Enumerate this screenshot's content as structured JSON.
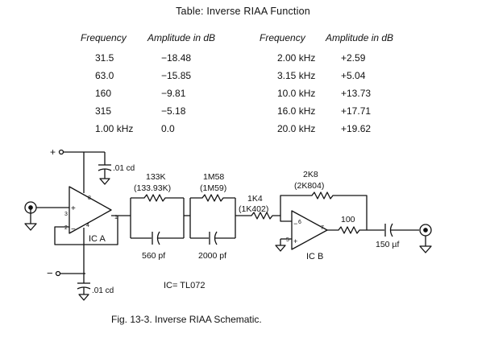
{
  "table": {
    "title": "Table: Inverse RIAA Function",
    "headers": [
      "Frequency",
      "Amplitude in dB",
      "Frequency",
      "Amplitude in dB"
    ],
    "left_rows": [
      {
        "freq": "31.5",
        "amp": "−18.48"
      },
      {
        "freq": "63.0",
        "amp": "−15.85"
      },
      {
        "freq": "160",
        "amp": "−9.81"
      },
      {
        "freq": "315",
        "amp": "−5.18"
      },
      {
        "freq": "1.00 kHz",
        "amp": "0.0"
      }
    ],
    "right_rows": [
      {
        "freq": "2.00 kHz",
        "amp": "+2.59"
      },
      {
        "freq": "3.15 kHz",
        "amp": "+5.04"
      },
      {
        "freq": "10.0 kHz",
        "amp": "+13.73"
      },
      {
        "freq": "16.0 kHz",
        "amp": "+17.71"
      },
      {
        "freq": "20.0 kHz",
        "amp": "+19.62"
      }
    ]
  },
  "schematic": {
    "plus_supply": "+",
    "minus_supply": "−",
    "cap_top": ".01 cd",
    "cap_bottom": ".01 cd",
    "r1": "133K",
    "r1_exact": "(133.93K)",
    "c1": "560 pf",
    "r2": "1M58",
    "r2_exact": "(1M59)",
    "c2": "2000 pf",
    "r3": "1K4",
    "r3_exact": "(1K402)",
    "r_fb": "2K8",
    "r_fb_exact": "(2K804)",
    "r_out": "100",
    "c_out": "150 µf",
    "ic_a": "IC A",
    "ic_b": "IC B",
    "ic_type": "IC= TL072",
    "pin_8": "8",
    "pin_3": "3",
    "pin_2": "2",
    "pin_4": "4",
    "pin_1": "1",
    "pin_6": "6",
    "pin_5": "5",
    "pin_7": "7",
    "plus_in": "+",
    "minus_in": "−"
  },
  "caption": "Fig. 13-3.   Inverse RIAA Schematic."
}
